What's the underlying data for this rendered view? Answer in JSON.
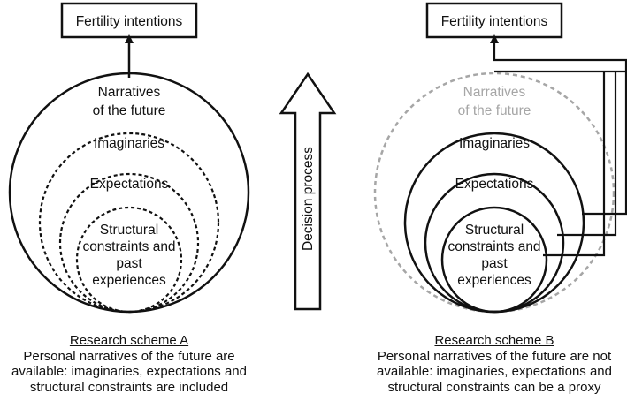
{
  "scheme_a": {
    "top_box": "Fertility intentions",
    "outer": [
      "Narratives",
      "of the future"
    ],
    "imaginaries": "Imaginaries",
    "expectations": "Expectations",
    "structural": [
      "Structural",
      "constraints and",
      "past",
      "experiences"
    ],
    "caption_title": "Research scheme A",
    "caption_lines": [
      "Personal narratives of the future are",
      "available: imaginaries, expectations and",
      "structural constraints are included"
    ]
  },
  "process_arrow": {
    "label": "Decision process"
  },
  "scheme_b": {
    "top_box": "Fertility intentions",
    "outer": [
      "Narratives",
      "of the future"
    ],
    "imaginaries": "Imaginaries",
    "expectations": "Expectations",
    "structural": [
      "Structural",
      "constraints and",
      "past",
      "experiences"
    ],
    "caption_title": "Research scheme B",
    "caption_lines": [
      "Personal narratives of the future are not",
      "available: imaginaries, expectations and",
      "structural constraints can be a proxy"
    ]
  },
  "colors": {
    "ink": "#111111",
    "faded": "#a6a6a6"
  }
}
